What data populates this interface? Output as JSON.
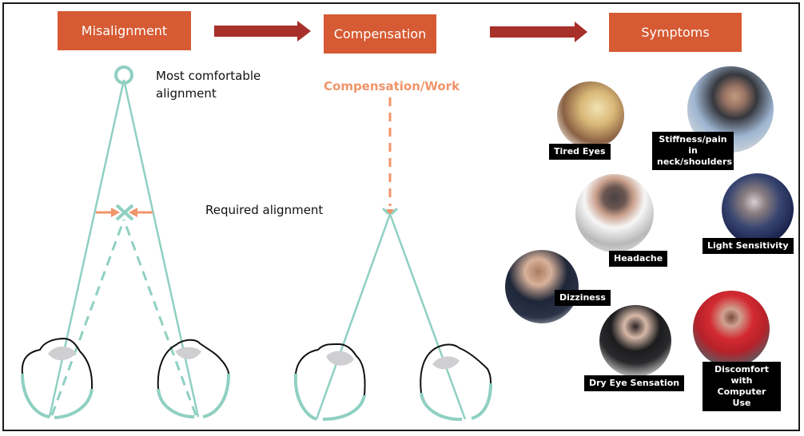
{
  "stages": {
    "misalignment": "Misalignment",
    "compensation": "Compensation",
    "symptoms": "Symptoms"
  },
  "labels": {
    "most_comfortable": "Most comfortable alignment",
    "required": "Required alignment",
    "compensation_work": "Compensation/Work"
  },
  "colors": {
    "stage_box": "#d65a33",
    "flow_arrow": "#a8302a",
    "sight_line": "#8fd0c2",
    "orange_marker": "#f0946a",
    "eye_outline": "#111111",
    "lens": "#cfcfd2",
    "tag_bg": "#000000"
  },
  "symptoms": [
    {
      "label": "Tired Eyes",
      "icon": "tired-eyes-photo"
    },
    {
      "label": "Stiffness/pain in neck/shoulders",
      "icon": "neck-pain-photo"
    },
    {
      "label": "Headache",
      "icon": "headache-photo"
    },
    {
      "label": "Light Sensitivity",
      "icon": "light-sensitivity-photo"
    },
    {
      "label": "Dizziness",
      "icon": "dizziness-photo"
    },
    {
      "label": "Dry Eye Sensation",
      "icon": "dry-eye-photo"
    },
    {
      "label": "Discomfort with Computer Use",
      "icon": "computer-discomfort-photo"
    }
  ]
}
